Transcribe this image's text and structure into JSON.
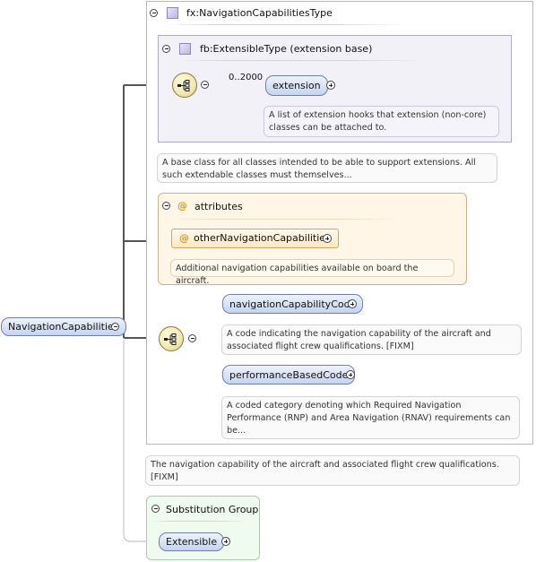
{
  "root": {
    "label": "NavigationCapabilities"
  },
  "type_box": {
    "title": "fx:NavigationCapabilitiesType",
    "extension_base": {
      "title": "fb:ExtensibleType (extension base)",
      "occurrence": "0..2000",
      "element": "extension",
      "element_doc": "A list of extension hooks that extension (non-core) classes can be attached to."
    },
    "extension_base_doc": "A base class for all classes intended to be able to support extensions. All such extendable classes must themselves...",
    "attributes": {
      "title": "attributes",
      "attribute": "otherNavigationCapabilities",
      "attribute_doc": "Additional navigation capabilities available on board the aircraft."
    },
    "sequence": [
      {
        "name": "navigationCapabilityCode",
        "doc": "A code indicating the navigation capability of the aircraft and associated flight crew qualifications. [FIXM]"
      },
      {
        "name": "performanceBasedCode",
        "doc": "A coded category denoting which Required Navigation Performance (RNP) and Area Navigation (RNAV) requirements can be..."
      }
    ]
  },
  "root_doc": "The navigation capability of the aircraft and associated flight crew qualifications. [FIXM]",
  "substitution_group": {
    "title": "Substitution Group",
    "member": "Extensible"
  },
  "icons": {
    "type": "complex-type-icon",
    "compositor": "sequence-compositor-icon",
    "attribute": "@"
  },
  "colors": {
    "element_fill": "#c5d4ef",
    "element_border": "#6f7fa6",
    "attribute_fill": "#fff6e8",
    "type_fill": "#f3f1f8",
    "substitution_fill": "#f0fbef",
    "connector": "#555555"
  }
}
